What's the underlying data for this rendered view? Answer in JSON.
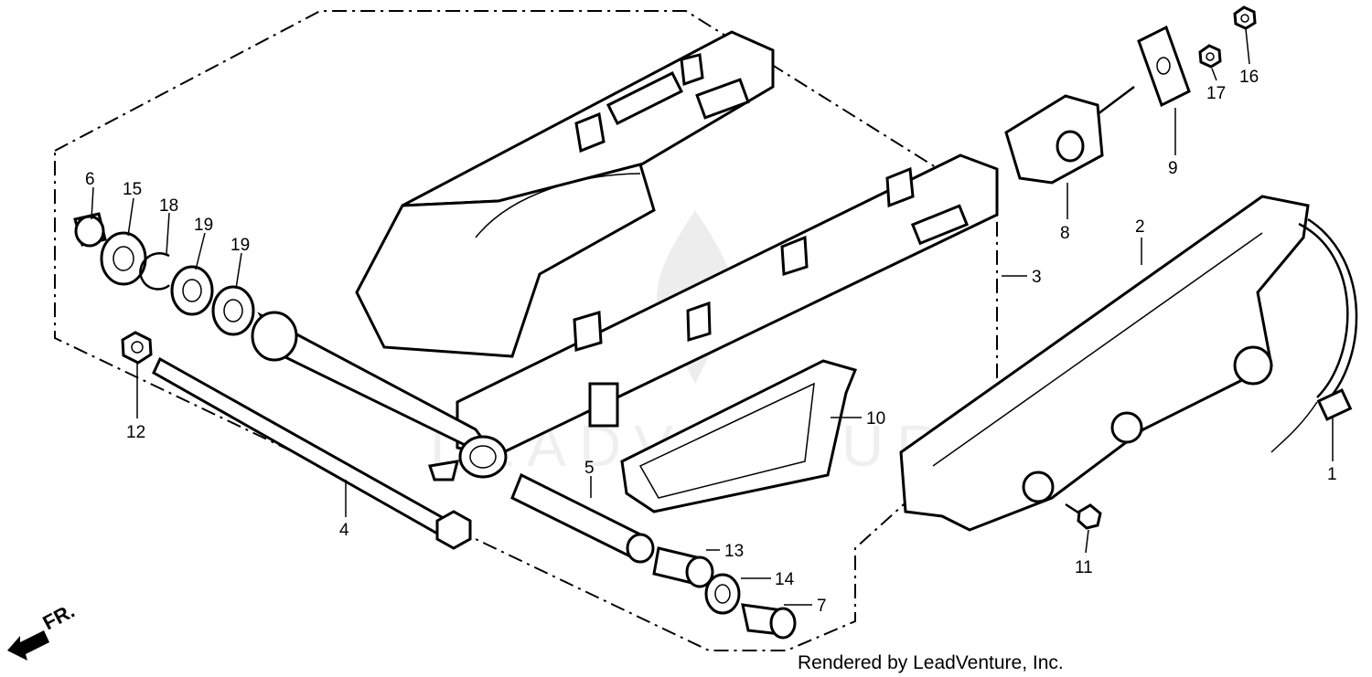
{
  "diagram": {
    "watermark": "LEADVENTURE",
    "credit": "Rendered by LeadVenture, Inc.",
    "front_marker": "FR.",
    "labels": {
      "p1": "1",
      "p2": "2",
      "p3": "3",
      "p4": "4",
      "p5": "5",
      "p6": "6",
      "p7": "7",
      "p8": "8",
      "p9": "9",
      "p10": "10",
      "p11": "11",
      "p12": "12",
      "p13": "13",
      "p14": "14",
      "p15": "15",
      "p16": "16",
      "p17": "17",
      "p18": "18",
      "p19a": "19",
      "p19b": "19"
    }
  }
}
